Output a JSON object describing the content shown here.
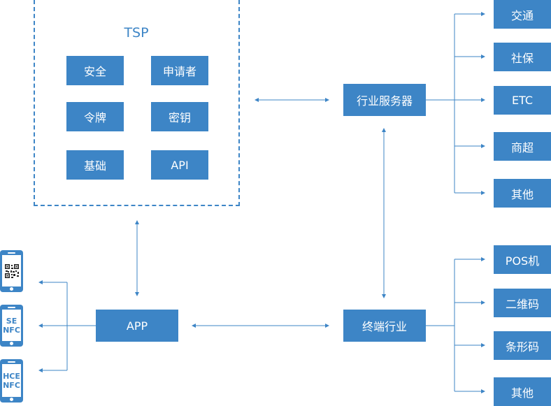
{
  "tsp": {
    "title": "TSP",
    "modules": [
      "安全",
      "申请者",
      "令牌",
      "密钥",
      "基础",
      "API"
    ]
  },
  "industry_server": "行业服务器",
  "terminal_industry": "终端行业",
  "app": "APP",
  "server_targets": [
    "交通",
    "社保",
    "ETC",
    "商超",
    "其他"
  ],
  "terminal_targets": [
    "POS机",
    "二维码",
    "条形码",
    "其他"
  ],
  "phones": {
    "se": [
      "SE",
      "NFC"
    ],
    "hce": [
      "HCE",
      "NFC"
    ]
  },
  "colors": {
    "accent": "#3d85c6"
  }
}
